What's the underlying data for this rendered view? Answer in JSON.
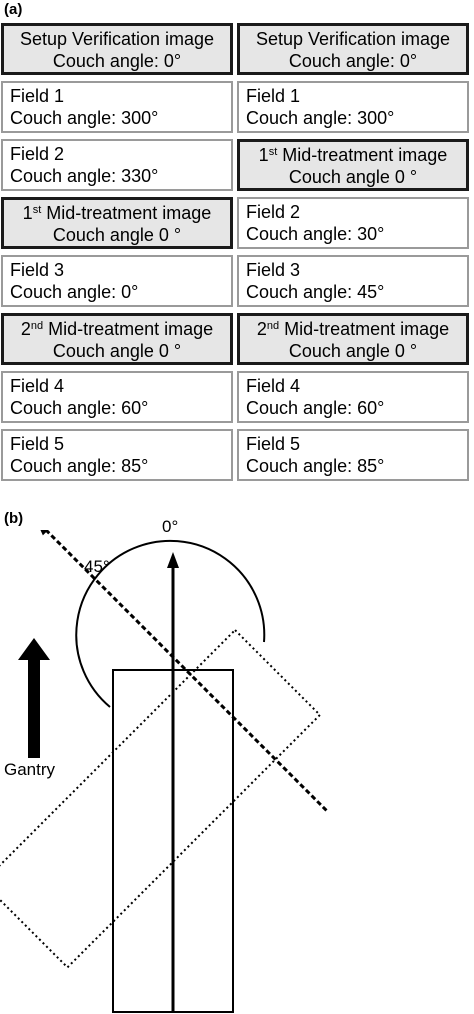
{
  "panel_a_label": "(a)",
  "panel_b_label": "(b)",
  "columns": [
    {
      "cells": [
        {
          "kind": "image",
          "line1": "Setup Verification image",
          "line2": "Couch angle: 0°"
        },
        {
          "kind": "field",
          "line1": "Field 1",
          "line2": "Couch angle: 300°"
        },
        {
          "kind": "field",
          "line1": "Field 2",
          "line2": "Couch angle: 330°"
        },
        {
          "kind": "image",
          "ordinal": "1",
          "ordinal_suffix": "st",
          "line1": " Mid-treatment image",
          "line2": "Couch angle 0 °"
        },
        {
          "kind": "field",
          "line1": "Field 3",
          "line2": "Couch angle: 0°"
        },
        {
          "kind": "image",
          "ordinal": "2",
          "ordinal_suffix": "nd",
          "line1": " Mid-treatment image",
          "line2": "Couch angle 0 °"
        },
        {
          "kind": "field",
          "line1": "Field 4",
          "line2": "Couch angle: 60°"
        },
        {
          "kind": "field",
          "line1": "Field 5",
          "line2": "Couch angle: 85°"
        }
      ]
    },
    {
      "cells": [
        {
          "kind": "image",
          "line1": "Setup Verification image",
          "line2": "Couch angle: 0°"
        },
        {
          "kind": "field",
          "line1": "Field 1",
          "line2": "Couch angle: 300°"
        },
        {
          "kind": "image",
          "ordinal": "1",
          "ordinal_suffix": "st",
          "line1": " Mid-treatment image",
          "line2": "Couch angle 0 °"
        },
        {
          "kind": "field",
          "line1": "Field 2",
          "line2": "Couch angle: 30°"
        },
        {
          "kind": "field",
          "line1": "Field 3",
          "line2": "Couch angle: 45°"
        },
        {
          "kind": "image",
          "ordinal": "2",
          "ordinal_suffix": "nd",
          "line1": " Mid-treatment image",
          "line2": "Couch angle 0 °"
        },
        {
          "kind": "field",
          "line1": "Field 4",
          "line2": "Couch angle: 60°"
        },
        {
          "kind": "field",
          "line1": "Field 5",
          "line2": "Couch angle: 85°"
        }
      ]
    }
  ],
  "diagram": {
    "angle_0_label": "0°",
    "angle_45_label": "45°",
    "gantry_label": "Gantry",
    "rotated_couch_angle_deg": 45
  }
}
